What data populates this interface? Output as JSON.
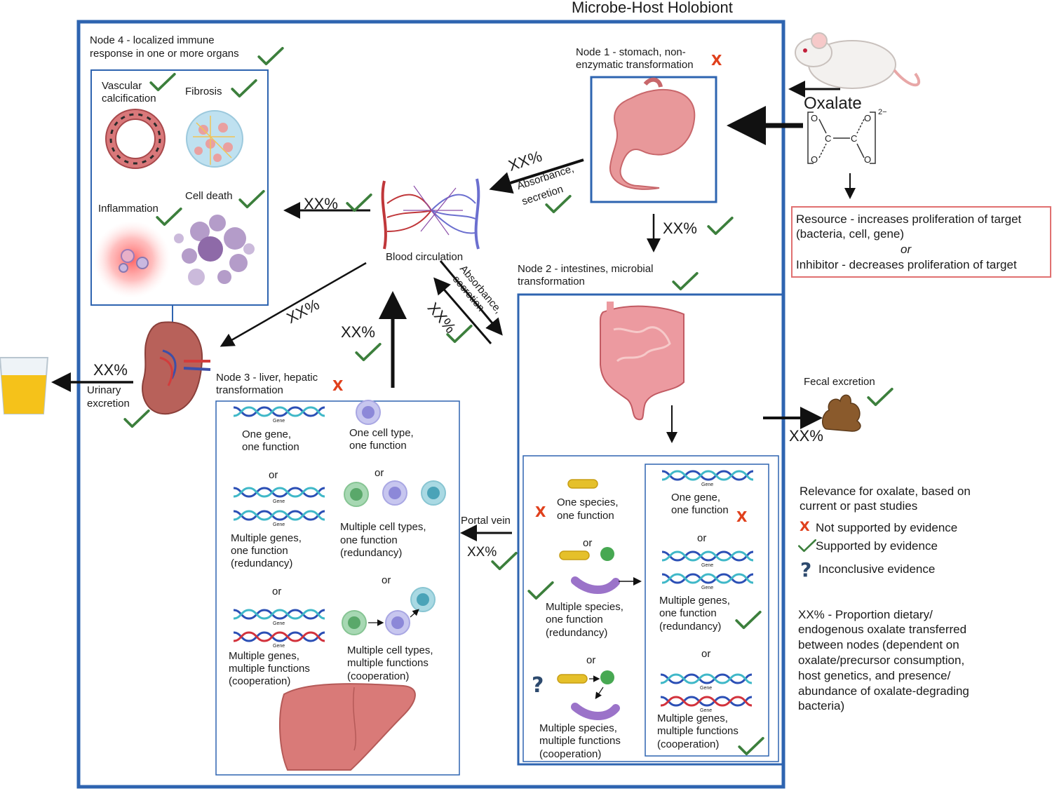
{
  "title": "Microbe-Host Holobiont",
  "colors": {
    "frame": "#2e64b0",
    "check": "#3c7f3c",
    "cross": "#e0401c",
    "resource_border": "#e07070",
    "stomach": "#e8989a",
    "artery": "#c0373a",
    "vein": "#6b6fcf",
    "urine": "#f5c21a"
  },
  "oxalate": {
    "label": "Oxalate",
    "charge": "2−",
    "atom_c": "C",
    "atom_o": "O"
  },
  "resource": {
    "line1": "Resource - increases proliferation of target",
    "line2": "(bacteria, cell, gene)",
    "or": "or",
    "line3": "Inhibitor - decreases proliferation of target"
  },
  "node1": {
    "label": "Node 1 - stomach, non-enzymatic transformation",
    "label_l1": "Node 1 - stomach, non-",
    "label_l2": "enzymatic transformation"
  },
  "node2": {
    "label_l1": "Node 2 - intestines, microbial",
    "label_l2": "transformation"
  },
  "node3": {
    "label_l1": "Node 3 - liver, hepatic",
    "label_l2": "transformation"
  },
  "node4": {
    "label_l1": "Node 4 - localized immune",
    "label_l2": "response in one or more organs",
    "vascular_l1": "Vascular",
    "vascular_l2": "calcification",
    "fibrosis": "Fibrosis",
    "inflammation": "Inflammation",
    "cell_death": "Cell death"
  },
  "flows": {
    "pct": "XX%",
    "absorbance1_l1": "Absorbance,",
    "absorbance1_l2": "secretion",
    "absorbance2_l1": "Absorbance,",
    "absorbance2_l2": "secretion",
    "blood": "Blood circulation",
    "portal": "Portal vein",
    "urinary_l1": "Urinary",
    "urinary_l2": "excretion",
    "fecal": "Fecal excretion"
  },
  "liver_panel": {
    "gene_tag": "Gene",
    "one_gene_l1": "One gene,",
    "one_gene_l2": "one function",
    "one_cell_l1": "One cell type,",
    "one_cell_l2": "one function",
    "or": "or",
    "multi_genes_red_l1": "Multiple genes,",
    "multi_genes_red_l2": "one function",
    "multi_genes_red_l3": "(redundancy)",
    "multi_cells_red_l1": "Multiple cell types,",
    "multi_cells_red_l2": "one function",
    "multi_cells_red_l3": "(redundancy)",
    "multi_genes_coop_l1": "Multiple genes,",
    "multi_genes_coop_l2": "multiple functions",
    "multi_genes_coop_l3": "(cooperation)",
    "multi_cells_coop_l1": "Multiple cell types,",
    "multi_cells_coop_l2": "multiple functions",
    "multi_cells_coop_l3": "(cooperation)"
  },
  "gut_panel": {
    "one_species_l1": "One species,",
    "one_species_l2": "one function",
    "or": "or",
    "multi_species_red_l1": "Multiple species,",
    "multi_species_red_l2": "one function",
    "multi_species_red_l3": "(redundancy)",
    "multi_species_coop_l1": "Multiple species,",
    "multi_species_coop_l2": "multiple functions",
    "multi_species_coop_l3": "(cooperation)",
    "gene_tag": "Gene",
    "one_gene_l1": "One gene,",
    "one_gene_l2": "one function",
    "multi_genes_red_l1": "Multiple genes,",
    "multi_genes_red_l2": "one function",
    "multi_genes_red_l3": "(redundancy)",
    "multi_genes_coop_l1": "Multiple genes,",
    "multi_genes_coop_l2": "multiple functions",
    "multi_genes_coop_l3": "(cooperation)"
  },
  "legend": {
    "heading_l1": "Relevance for oxalate, based on",
    "heading_l2": "current or past studies",
    "not_supported": "Not supported by evidence",
    "supported": "Supported by evidence",
    "inconclusive": "Inconclusive evidence",
    "q_symbol": "?",
    "x_symbol": "X",
    "xx_l1": "XX% - Proportion dietary/",
    "xx_l2": "endogenous oxalate transferred",
    "xx_l3": "between nodes (dependent on",
    "xx_l4": "oxalate/precursor consumption,",
    "xx_l5": "host genetics, and presence/",
    "xx_l6": "abundance of oxalate-degrading",
    "xx_l7": "bacteria)"
  }
}
